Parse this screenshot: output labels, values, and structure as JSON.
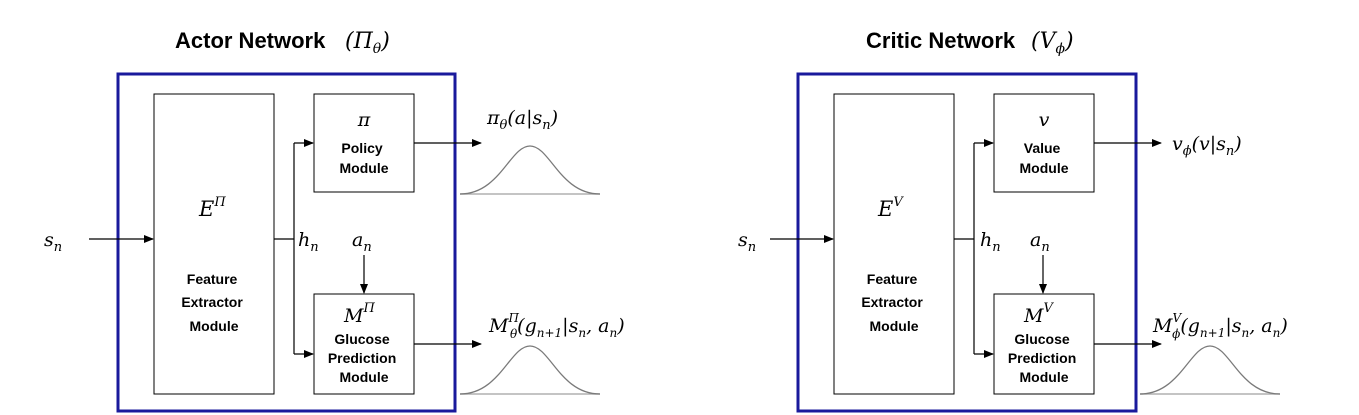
{
  "actor": {
    "title": "Actor Network",
    "title_symbol": "(Πθ)",
    "input": "sn",
    "hidden": "hn",
    "action": "an",
    "extractor_symbol": "EΠ",
    "extractor_label_lines": [
      "Feature",
      "Extractor",
      "Module"
    ],
    "policy_symbol": "π",
    "policy_label_lines": [
      "Policy",
      "Module"
    ],
    "policy_output": "πθ(a|sn)",
    "glucose_symbol": "MΠ",
    "glucose_label_lines": [
      "Glucose",
      "Prediction",
      "Module"
    ],
    "glucose_output": "MθΠ(gn+1|sn, an)"
  },
  "critic": {
    "title": "Critic Network",
    "title_symbol": "(Vϕ)",
    "input": "sn",
    "hidden": "hn",
    "action": "an",
    "extractor_symbol": "EV",
    "extractor_label_lines": [
      "Feature",
      "Extractor",
      "Module"
    ],
    "value_symbol": "v",
    "value_label_lines": [
      "Value",
      "Module"
    ],
    "value_output": "vϕ(v|sn)",
    "glucose_symbol": "MV",
    "glucose_label_lines": [
      "Glucose",
      "Prediction",
      "Module"
    ],
    "glucose_output": "MϕV(gn+1|sn, an)"
  },
  "colors": {
    "network_border": "#1a1a9c",
    "distribution_curve": "#7a7a7a"
  }
}
